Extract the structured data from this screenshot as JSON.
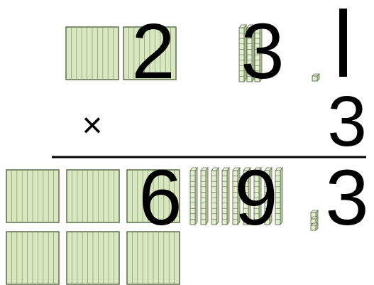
{
  "problem": {
    "top_number_digits": [
      "2",
      "3",
      "1"
    ],
    "multiplier": "3",
    "operator": "×",
    "result_digits": [
      "6",
      "9",
      "3"
    ]
  },
  "blocks": {
    "top": {
      "hundreds": 2,
      "tens": 3,
      "ones": 1
    },
    "result": {
      "hundreds": 6,
      "tens": 9,
      "ones": 3
    }
  },
  "colors": {
    "block_fill": "#d9e7c0",
    "block_stroke": "#5c6b4a",
    "rod_fill": "#e3edd0",
    "text": "#000000"
  }
}
